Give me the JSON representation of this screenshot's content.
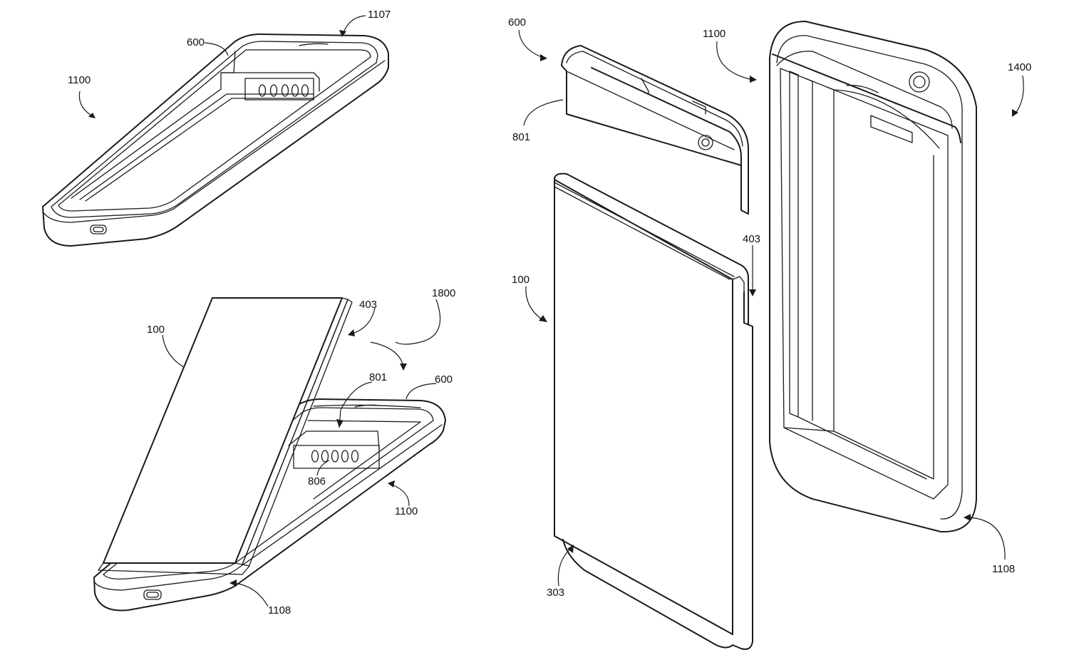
{
  "labels": {
    "a_1100": "1100",
    "a_600": "600",
    "a_1107": "1107",
    "b_100": "100",
    "b_403": "403",
    "b_1800": "1800",
    "b_801": "801",
    "b_600": "600",
    "b_806": "806",
    "b_1100": "1100",
    "b_1108": "1108",
    "c_600": "600",
    "c_1100": "1100",
    "c_1400": "1400",
    "c_801": "801",
    "c_403": "403",
    "c_100": "100",
    "c_303": "303",
    "c_1108": "1108"
  },
  "contacts": {
    "a": "00000",
    "b": "00000"
  }
}
